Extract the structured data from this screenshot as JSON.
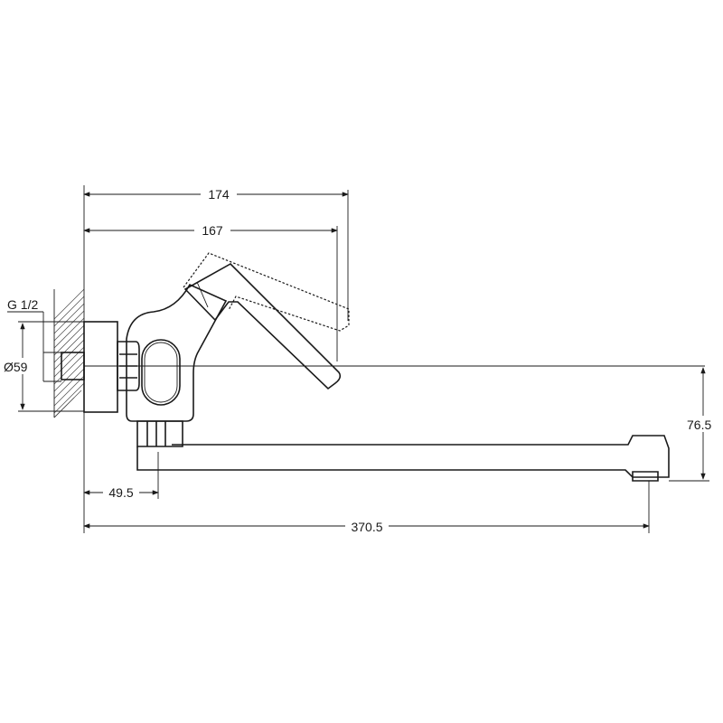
{
  "drawing": {
    "title": "Wall-mounted single-lever faucet with long spout – dimension drawing",
    "dimensions": {
      "overall_height_handle_raised": "174",
      "overall_height_handle": "167",
      "thread": "G 1/2",
      "flange_diameter": "Ø59",
      "spout_height": "76.5",
      "wall_to_outlet_axis": "49.5",
      "spout_reach": "370.5"
    },
    "colors": {
      "line": "#1a1a1a",
      "background": "#ffffff"
    }
  }
}
